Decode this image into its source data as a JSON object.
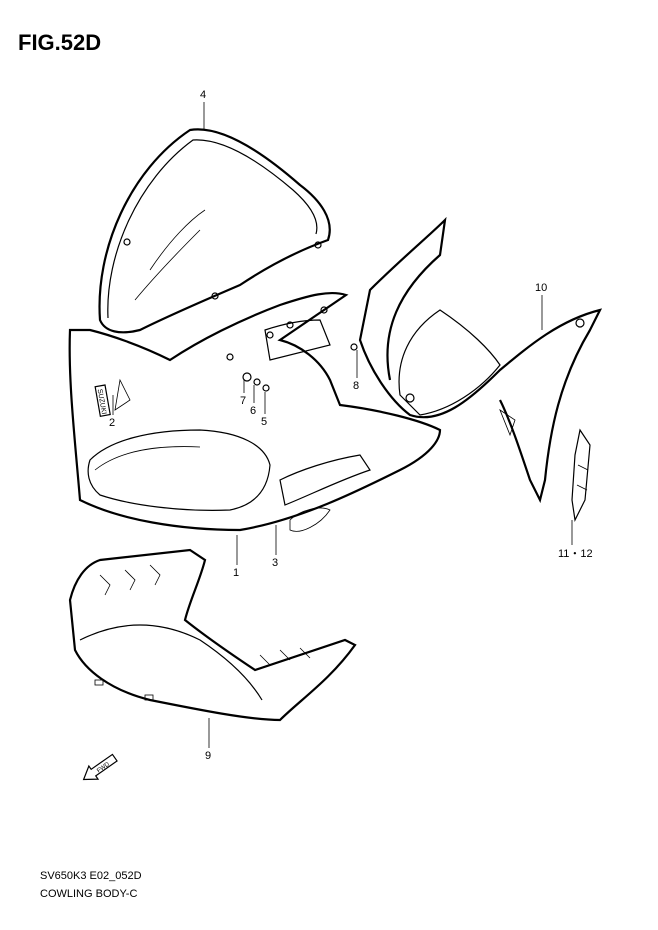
{
  "figure": {
    "title": "FIG.52D",
    "model_code": "SV650K3 E02_052D",
    "caption": "COWLING BODY-C"
  },
  "callouts": {
    "c1": "1",
    "c2": "2",
    "c3": "3",
    "c4": "4",
    "c5": "5",
    "c6": "6",
    "c7": "7",
    "c8": "8",
    "c9": "9",
    "c10": "10",
    "c11_12": "11・12"
  },
  "arrow": {
    "label": "FWD"
  },
  "brand_mark": "SUZUKI"
}
